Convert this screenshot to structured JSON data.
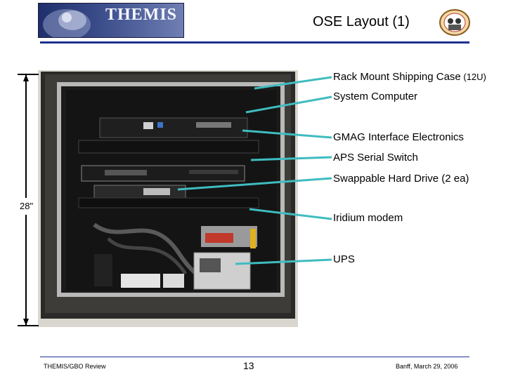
{
  "header": {
    "logo_text": "THEMIS",
    "title": "OSE Layout (1)"
  },
  "callouts": [
    {
      "label": "Rack Mount Shipping Case",
      "note": " (12U)"
    },
    {
      "label": "System Computer",
      "note": ""
    },
    {
      "label": "GMAG Interface Electronics",
      "note": ""
    },
    {
      "label": "APS Serial Switch",
      "note": ""
    },
    {
      "label": "Swappable Hard Drive (2 ea)",
      "note": ""
    },
    {
      "label": "Iridium modem",
      "note": ""
    },
    {
      "label": "UPS",
      "note": ""
    }
  ],
  "dimension": {
    "label": "28\""
  },
  "footer": {
    "left": "THEMIS/GBO Review",
    "center": "13",
    "right": "Banff, March 29, 2006"
  },
  "colors": {
    "accent_rule": "#1e2f8f",
    "leader_line": "#3fbcc0"
  }
}
